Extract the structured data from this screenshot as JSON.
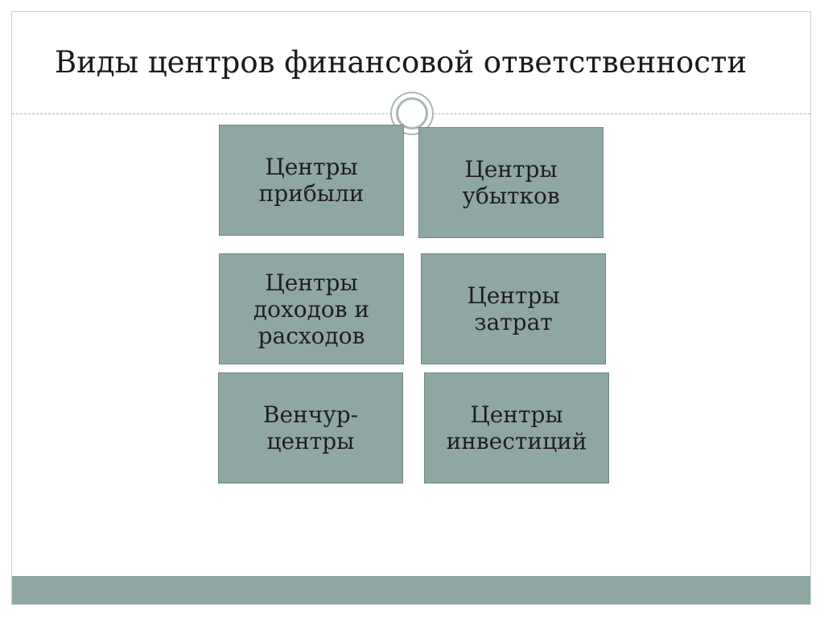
{
  "slide": {
    "title": "Виды центров финансовой ответственности",
    "boxes": [
      {
        "label": "Центры\nприбыли"
      },
      {
        "label": "Центры\nубытков"
      },
      {
        "label": "Центры\nдоходов и\nрасходов"
      },
      {
        "label": "Центры\nзатрат"
      },
      {
        "label": "Венчур-\nцентры"
      },
      {
        "label": "Центры\nинвестиций"
      }
    ]
  },
  "colors": {
    "box_fill": "#8fa7a3",
    "box_border": "#6f8884",
    "accent": "#a9b7b2"
  }
}
